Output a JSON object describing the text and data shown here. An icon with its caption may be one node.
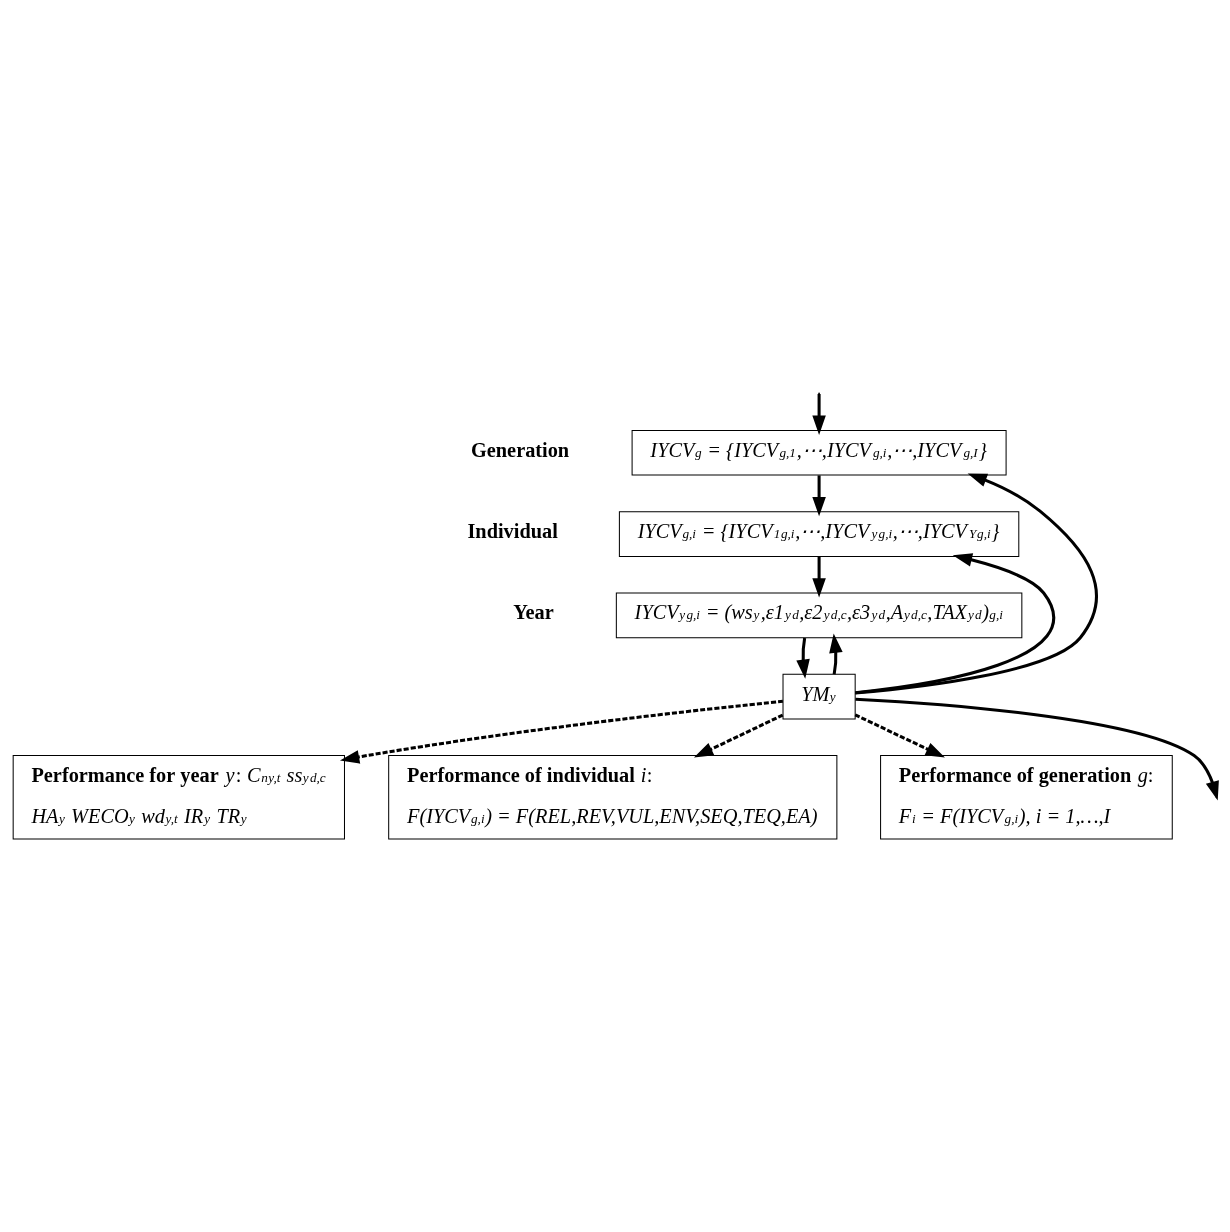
{
  "diagram": {
    "nodes": [
      {
        "text": [
          "IYCV$_{g}$ = {IYCV$_{g,1}$,⋯,IYCV$_{g,i}$,⋯,IYCV$_{g,I}$}"
        ]
      },
      {
        "text": [
          "IYCV$_{g,i}$ = {IYCV$^{1}$$_{g,i}$,⋯,IYCV$^{y}$$_{g,i}$,⋯,IYCV$^{Y}$$_{g,i}$}"
        ]
      },
      {
        "text": [
          "IYCV$^{y}$$_{g,i}$ = (ws$^{y}$,ε1$^{y}$$_{d}$,ε2$^{y}$$_{d,c}$,ε3$^{y}$$_{d}$,A$^{y}$$_{d,c}$,TAX$^{y}$$_{d}$)$_{g,i}$"
        ]
      },
      {
        "text": [
          "YM$^{y}$"
        ]
      },
      {
        "text": [
          "**Performance for year** *y*: *C$_{n}$$^{y,t}$ ss$^{y}$$_{d,c}$*",
          "*HA$^{y}$ WECO$^{y}$ wd$^{y,t}$ IR$^{y}$ TR$^{y}$*"
        ]
      },
      {
        "text": [
          "**Performance of individual** *i*:",
          "*F(IYCV$_{g,i}$) = F(REL,REV,VUL,ENV,SEQ,TEQ,EA)*"
        ]
      },
      {
        "text": [
          "**Performance of generation** *g*:",
          "*F$_{i}$ = F(IYCV$_{g,i}$), i = 1,…,I*"
        ]
      }
    ],
    "edges": [
      {
        "from": null,
        "to": 0,
        "arrow": "to"
      },
      {
        "from": 0,
        "to": 1,
        "arrow": "to"
      },
      {
        "from": 1,
        "to": 2,
        "arrow": "to"
      },
      {
        "from": 2,
        "to": 3,
        "arrow": "to"
      },
      {
        "from": 3,
        "to": 2,
        "arrow": "to"
      },
      {
        "from": 3,
        "to": 1,
        "arrow": "to"
      },
      {
        "from": 3,
        "to": 0,
        "arrow": "to"
      },
      {
        "from": 3,
        "to": 4,
        "arrow": "to",
        "style": "dashed"
      },
      {
        "from": 3,
        "to": 5,
        "arrow": "to",
        "style": "dashed"
      },
      {
        "from": 3,
        "to": 6,
        "arrow": "to",
        "style": "dashed"
      },
      {
        "from": 3,
        "to": null,
        "arrow": "to"
      }
    ],
    "labels": [
      "Generation",
      "Individual",
      "Year"
    ]
  }
}
